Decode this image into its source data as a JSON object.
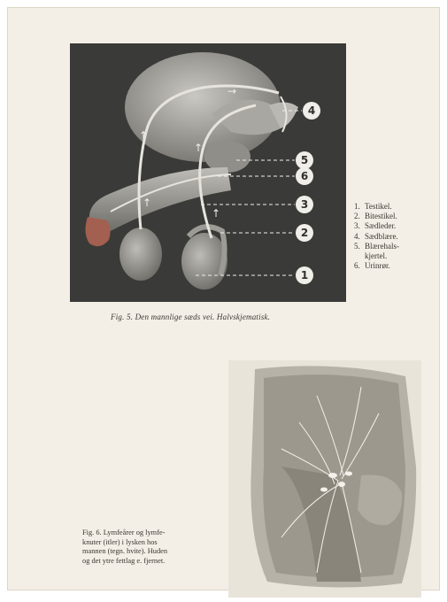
{
  "figure5": {
    "callouts": [
      "4",
      "5",
      "6",
      "3",
      "2",
      "1"
    ],
    "legend": [
      {
        "num": "1.",
        "text": "Testikel."
      },
      {
        "num": "2.",
        "text": "Bitestikel."
      },
      {
        "num": "3.",
        "text": "Sædleder."
      },
      {
        "num": "4.",
        "text": "Sædblære."
      },
      {
        "num": "5.",
        "text": "Blærehals-"
      },
      {
        "num": "",
        "text": "kjertel."
      },
      {
        "num": "6.",
        "text": "Urinrør."
      }
    ],
    "caption": "Fig. 5. Den mannlige sæds vei. Halvskjematisk."
  },
  "figure6": {
    "caption_lines": [
      "Fig. 6. Lymfeårer og lymfe-",
      "knuter (itler) i lysken hos",
      "mannen (tegn. hvite). Huden",
      "og det ytre fettlag e. fjernet."
    ]
  },
  "colors": {
    "paper": "#f3efe6",
    "figure_background": "#3a3a38",
    "ink": "#3a3631"
  }
}
